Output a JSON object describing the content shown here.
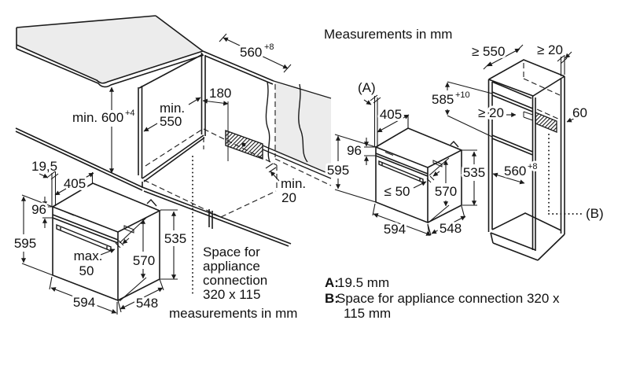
{
  "colors": {
    "line": "#1a1a1a",
    "surface": "#ececec",
    "text": "#111111",
    "background": "#ffffff"
  },
  "left_diagram": {
    "counter_niche": {
      "width": "560",
      "width_sup": "+8",
      "height": "min. 600",
      "height_sup": "+4",
      "depth_line1": "min.",
      "depth_line2": "550",
      "recess": "180",
      "rear_gap_line1": "min.",
      "rear_gap_line2": "20"
    },
    "oven": {
      "front_frame": "19,5",
      "top_depth": "405",
      "panel_height": "96",
      "height": "595",
      "door_line1": "max.",
      "door_line2": "50",
      "width": "594",
      "door_height": "570",
      "depth": "548",
      "body_height": "535"
    },
    "notes": {
      "connection_line1": "Space for",
      "connection_line2": "appliance",
      "connection_line3": "connection",
      "connection_line4": "320 x 115",
      "units": "measurements in mm"
    }
  },
  "right_diagram": {
    "title": "Measurements in mm",
    "marker_a": "(A)",
    "marker_b": "(B)",
    "oven": {
      "top_depth": "405",
      "panel_height": "96",
      "height": "595",
      "door_protrusion": "≤ 50",
      "door_height": "570",
      "width": "594",
      "depth": "548",
      "body_height": "535"
    },
    "column": {
      "depth": "≥ 550",
      "top_gap": "≥ 20",
      "niche_height": "585",
      "niche_height_sup": "+10",
      "vent_gap": "≥ 20",
      "vent_depth": "60",
      "niche_width": "560",
      "niche_width_sup": "+8"
    },
    "legend": {
      "a_key": "A:",
      "a_value": "19.5 mm",
      "b_key": "B:",
      "b_value_line1": "Space for appliance connection 320 x",
      "b_value_line2": "115 mm"
    }
  }
}
